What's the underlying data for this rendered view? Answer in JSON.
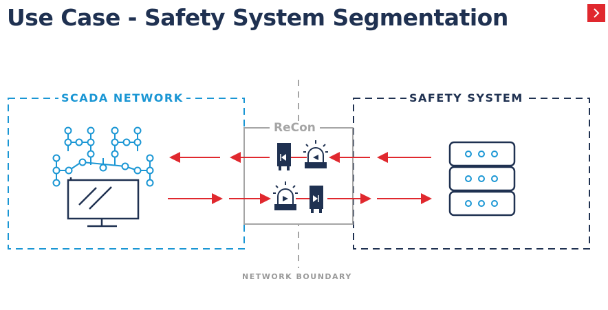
{
  "header": {
    "title": "Use Case - Safety System Segmentation",
    "next_icon": "chevron-right-icon"
  },
  "diagram": {
    "left_zone_label": "SCADA NETWORK",
    "right_zone_label": "SAFETY SYSTEM",
    "middle_label": "ReCon",
    "boundary_label": "NETWORK BOUNDARY",
    "icons": [
      "network-graph-icon",
      "monitor-icon",
      "server-stack-icon",
      "data-diode-icon",
      "alarm-light-icon"
    ],
    "colors": {
      "navy": "#1f3151",
      "blue": "#1a96d4",
      "red": "#e0282e",
      "gray": "#a5a5a5"
    }
  }
}
